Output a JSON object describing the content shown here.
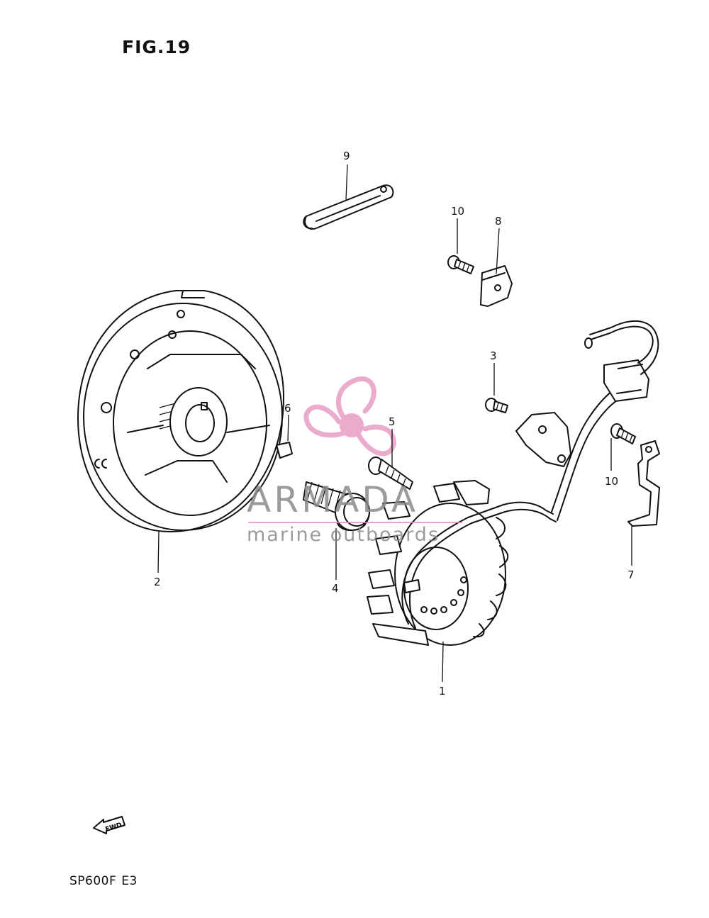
{
  "figure": {
    "title": "FIG.19"
  },
  "model": {
    "name": "SP600F",
    "region": "E3"
  },
  "fwd_label": "FWD",
  "watermark": {
    "brand": "ARMADA",
    "tagline": "marine outboards",
    "logo_color": "#e8a2c8"
  },
  "callouts": [
    {
      "id": "c1",
      "label": "1"
    },
    {
      "id": "c2",
      "label": "2"
    },
    {
      "id": "c3",
      "label": "3"
    },
    {
      "id": "c4",
      "label": "4"
    },
    {
      "id": "c5",
      "label": "5"
    },
    {
      "id": "c6",
      "label": "6"
    },
    {
      "id": "c7",
      "label": "7"
    },
    {
      "id": "c8",
      "label": "8"
    },
    {
      "id": "c9",
      "label": "9"
    },
    {
      "id": "c10a",
      "label": "10"
    },
    {
      "id": "c10b",
      "label": "10"
    }
  ]
}
